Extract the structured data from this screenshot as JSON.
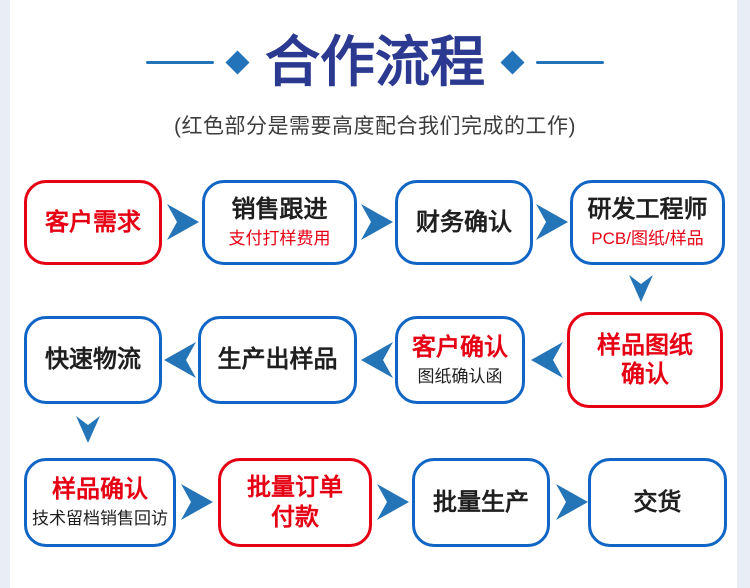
{
  "colors": {
    "page_background": "#e9edf5",
    "content_background": "#ffffff",
    "title_blue": "#2b3a90",
    "decoration_blue": "#2273b9",
    "arrow_blue": "#2474b8",
    "box_border_blue": "#1166c5",
    "highlight_red": "#e60014",
    "text_black": "#1f1f1f",
    "subtitle_text": "#3d3d3d"
  },
  "icons": {
    "title_decoration": "diamond",
    "flow_connector": "arrowhead"
  },
  "header": {
    "title": "合作流程",
    "subtitle": "(红色部分是需要高度配合我们完成的工作)"
  },
  "flow": {
    "boxes": [
      {
        "title": "客户需求",
        "subtitle": ""
      },
      {
        "title": "销售跟进",
        "subtitle": "支付打样费用"
      },
      {
        "title": "财务确认",
        "subtitle": ""
      },
      {
        "title": "研发工程师",
        "subtitle": "PCB/图纸/样品"
      },
      {
        "title": "样品图纸\n确认",
        "subtitle": ""
      },
      {
        "title": "客户确认",
        "subtitle": "图纸确认函"
      },
      {
        "title": "生产出样品",
        "subtitle": ""
      },
      {
        "title": "快速物流",
        "subtitle": ""
      },
      {
        "title": "样品确认",
        "subtitle": "技术留档销售回访"
      },
      {
        "title": "批量订单\n付款",
        "subtitle": ""
      },
      {
        "title": "批量生产",
        "subtitle": ""
      },
      {
        "title": "交货",
        "subtitle": ""
      }
    ]
  }
}
